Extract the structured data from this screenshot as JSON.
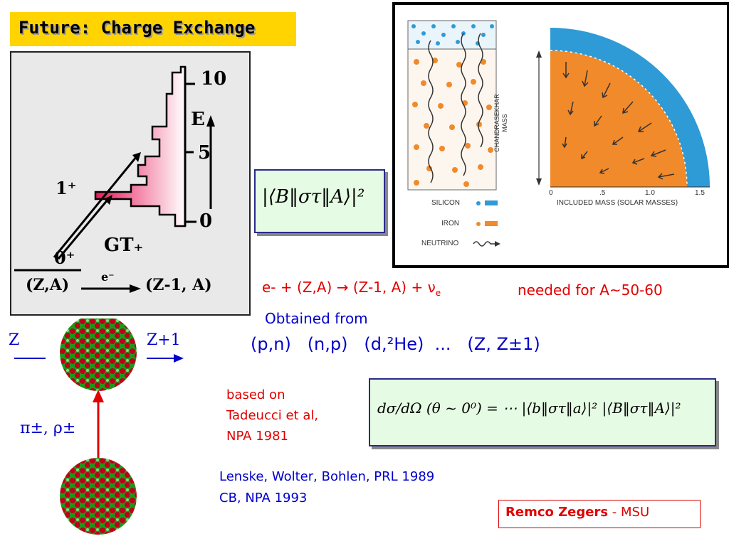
{
  "slide": {
    "title": "Future: Charge Exchange"
  },
  "gt_diagram": {
    "axis_ticks": [
      "10",
      "5",
      "0"
    ],
    "energy_label": "E",
    "state_1plus": "1⁺",
    "state_0plus": "0⁺",
    "gt_label": "GT₊",
    "parent": "(Z,A)",
    "electron": "e⁻",
    "daughter": "(Z-1,  A)"
  },
  "star_figure": {
    "side_label": "CHANDRASEKHAR MASS",
    "legend": [
      "SILICON",
      "IRON",
      "NEUTRINO"
    ],
    "x_ticks": [
      "0",
      ".5",
      "1.0",
      "1.5"
    ],
    "x_label": "INCLUDED MASS (SOLAR MASSES)",
    "colors": {
      "silicon": "#2e9ad6",
      "iron": "#f08a2a"
    }
  },
  "matrix_element": {
    "formula": "|⟨B‖στ‖A⟩|²"
  },
  "reaction": {
    "equation": "e- + (Z,A) → (Z-1, A) + ν",
    "nu_subscript": "e",
    "needed": "needed for A~50-60"
  },
  "probes": {
    "obtained_from": "Obtained from",
    "list": "(p,n)   (n,p)   (d,²He)  ...   (Z, Z±1)"
  },
  "nucleus_diagram": {
    "z_label": "Z",
    "z_plus_label": "Z+1",
    "mesons": "π±, ρ±"
  },
  "cross_section": {
    "based_on": [
      "based on",
      "Tadeucci et al,",
      "NPA 1981"
    ],
    "formula": "dσ/dΩ (θ ~ 0⁰) = ⋯ |⟨b‖στ‖a⟩|² |⟨B‖στ‖A⟩|²"
  },
  "references": [
    "Lenske, Wolter, Bohlen,  PRL 1989",
    "CB, NPA 1993"
  ],
  "credit": {
    "name": "Remco Zegers",
    "sep": " - ",
    "org": "MSU"
  }
}
